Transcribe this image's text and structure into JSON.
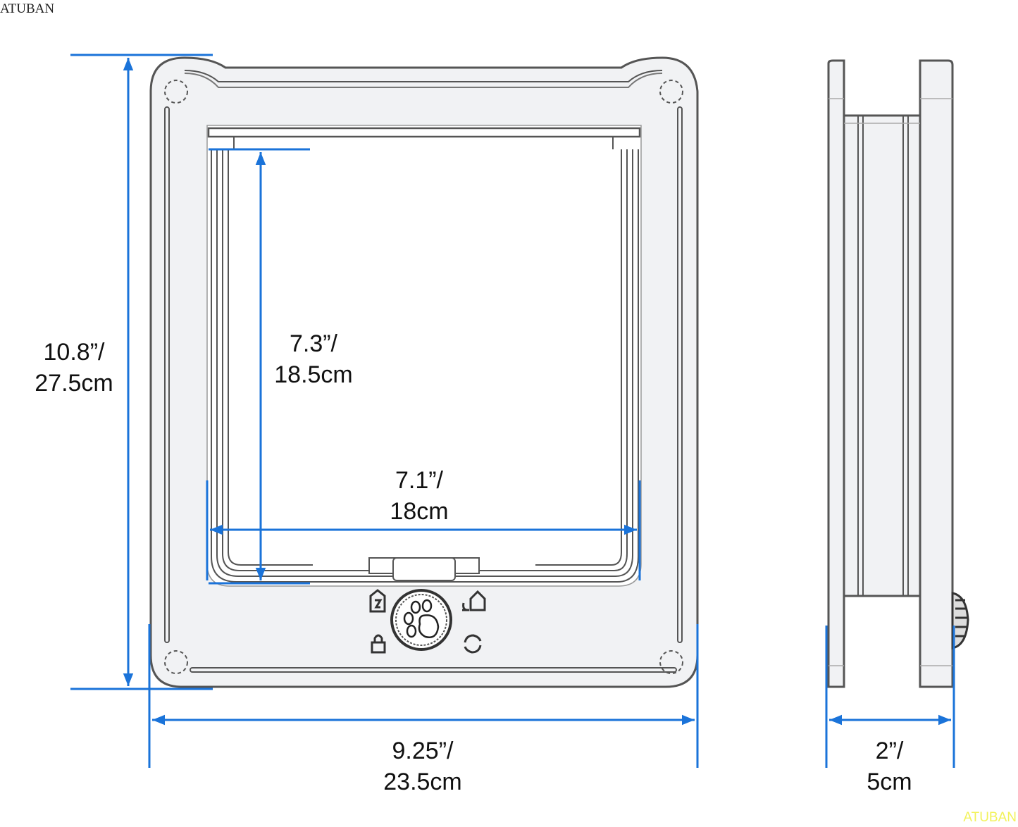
{
  "watermarks": {
    "top_left": "ATUBAN",
    "bottom_right": "ATUBAN",
    "bottom_right_color": "#f2f25a"
  },
  "colors": {
    "dimension_line": "#1a73d9",
    "outline": "#555555",
    "body_fill": "#f1f2f4",
    "opening_fill": "#ffffff"
  },
  "dimensions": {
    "overall_height": {
      "imperial": "10.8”/",
      "metric": "27.5cm"
    },
    "overall_width": {
      "imperial": "9.25”/",
      "metric": "23.5cm"
    },
    "opening_height": {
      "imperial": "7.3”/",
      "metric": "18.5cm"
    },
    "opening_width": {
      "imperial": "7.1”/",
      "metric": "18cm"
    },
    "depth": {
      "imperial": "2”/",
      "metric": "5cm"
    }
  },
  "lock_dial": {
    "icons": [
      "in-only-icon",
      "out-only-icon",
      "locked-icon",
      "open-both-ways-icon"
    ],
    "center": "paw-print-icon"
  }
}
